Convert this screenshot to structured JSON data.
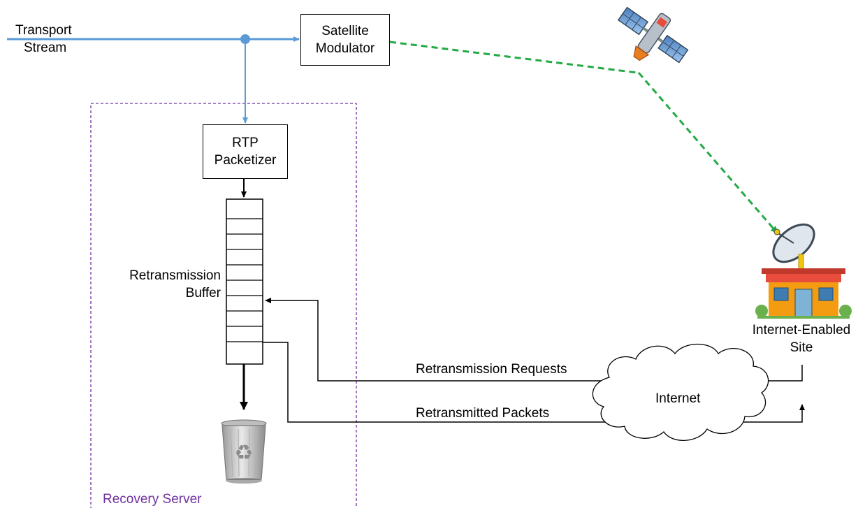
{
  "colors": {
    "transport_line": "#5b9bd5",
    "satellite_link": "#22aa44",
    "region_border": "#7030a0",
    "region_label": "#7030a0",
    "line": "#000000"
  },
  "labels": {
    "transport_line1": "Transport",
    "transport_line2": "Stream",
    "modulator_line1": "Satellite",
    "modulator_line2": "Modulator",
    "packetizer_line1": "RTP",
    "packetizer_line2": "Packetizer",
    "buffer_line1": "Retransmission",
    "buffer_line2": "Buffer",
    "retransmission_requests": "Retransmission Requests",
    "retransmitted_packets": "Retransmitted Packets",
    "internet": "Internet",
    "site_line1": "Internet-Enabled",
    "site_line2": "Site",
    "recovery_server": "Recovery Server"
  },
  "icons": {
    "satellite": "satellite-icon",
    "dish": "satellite-dish-icon",
    "building": "building-icon",
    "recycle_bin": "recycle-bin-icon",
    "cloud": "cloud-icon"
  }
}
